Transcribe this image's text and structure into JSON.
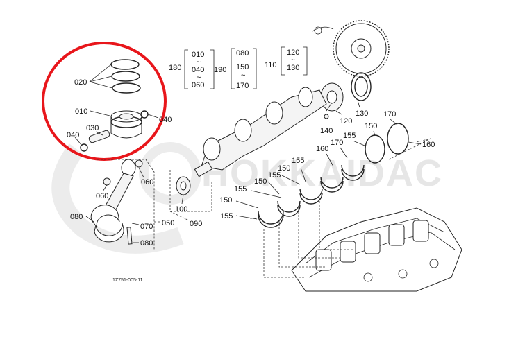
{
  "watermark": {
    "brand": "HOKKAIDAC"
  },
  "drawing_code": "1Z751-005-11",
  "brackets": {
    "b180": {
      "label": "180",
      "lines": [
        "010",
        "~",
        "040",
        "~",
        "060"
      ]
    },
    "b190": {
      "label": "190",
      "lines": [
        "080",
        "150",
        "~",
        "170"
      ]
    },
    "b110": {
      "label": "110",
      "lines": [
        "120",
        "~",
        "130"
      ]
    }
  },
  "part_numbers": {
    "p020": "020",
    "p010": "010",
    "p040a": "040",
    "p030": "030",
    "p040b": "040",
    "p060a": "060",
    "p060b": "060",
    "p080a": "080",
    "p070": "070",
    "p050": "050",
    "p080b": "080",
    "p100": "100",
    "p090": "090",
    "p120": "120",
    "p130": "130",
    "p140": "140",
    "p170a": "170",
    "p150a": "150",
    "p155a": "155",
    "p160a": "160",
    "p170b": "170",
    "p160b": "160",
    "p155b": "155",
    "p150b": "150",
    "p155c": "155",
    "p155d": "155",
    "p150c": "150",
    "p150d": "150",
    "p155e": "155"
  },
  "colors": {
    "highlight_circle": "#e8161b",
    "line": "#222222",
    "watermark": "#e6e6e6"
  }
}
